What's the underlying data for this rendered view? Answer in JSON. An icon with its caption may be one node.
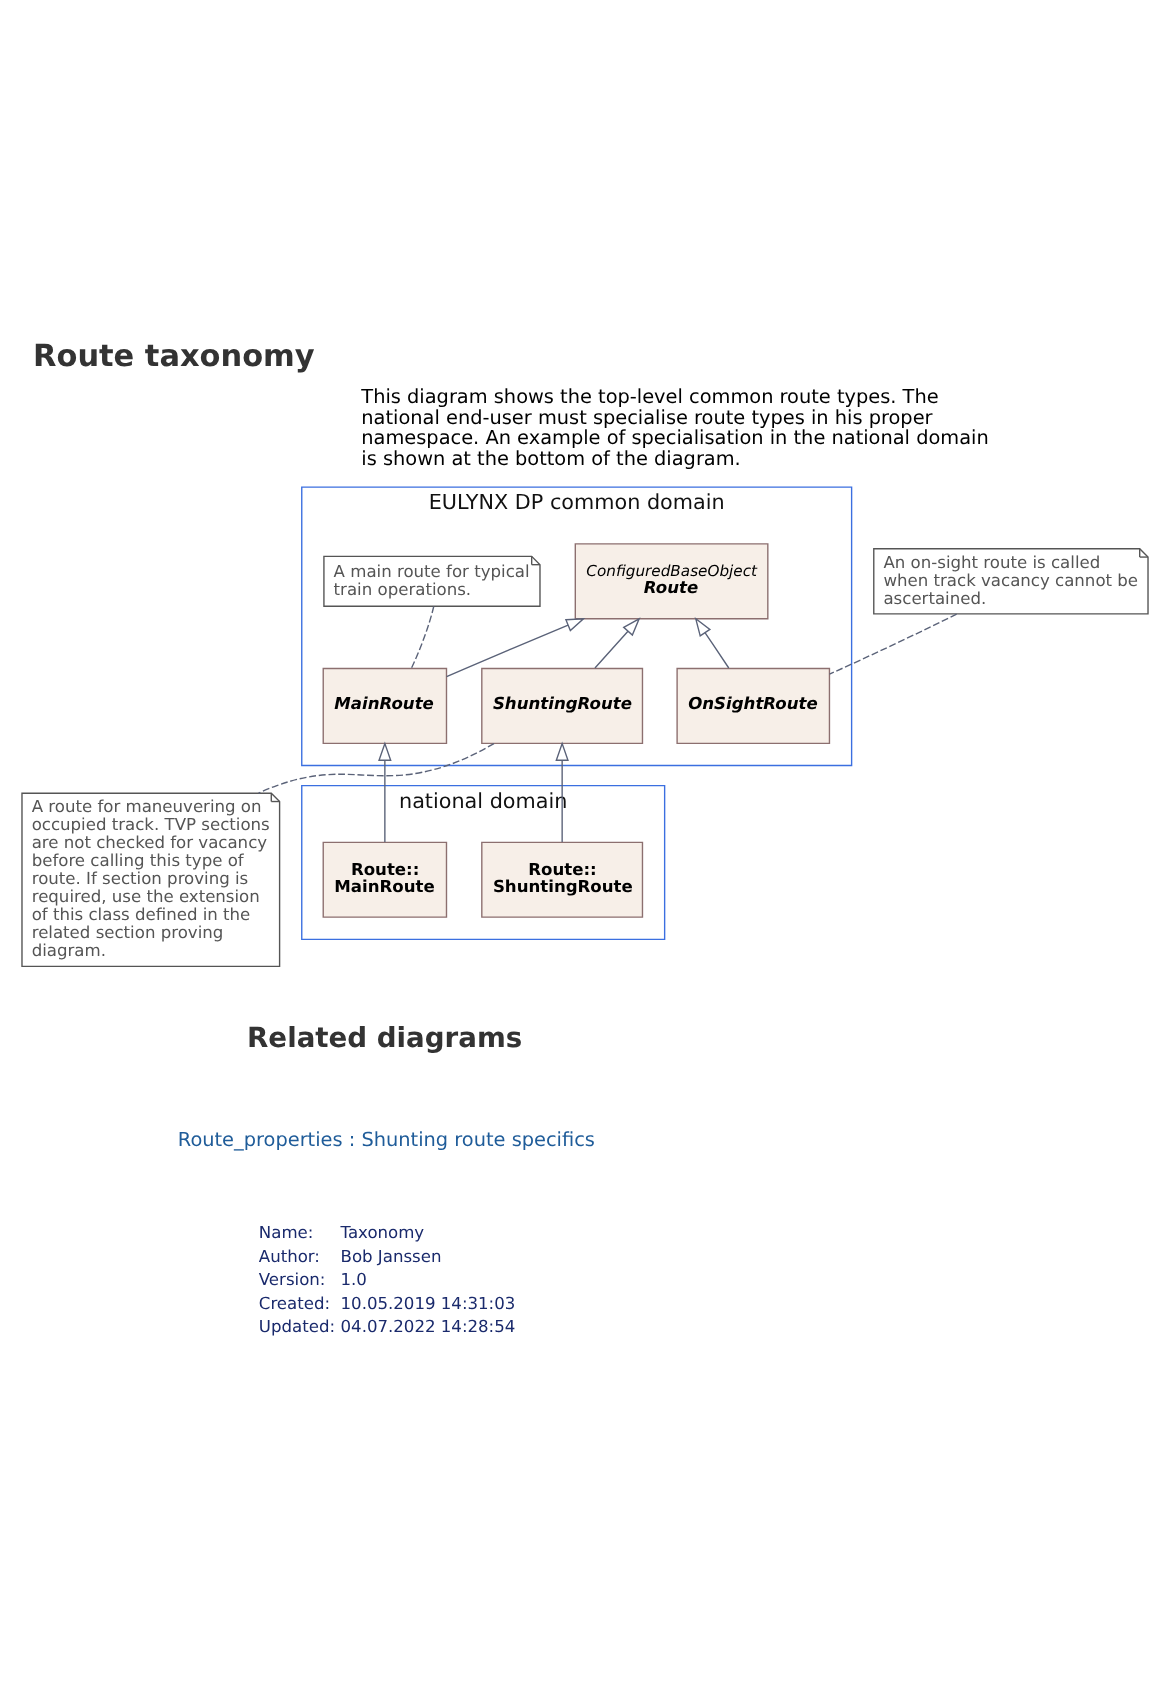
{
  "diagram": {
    "title": "Route taxonomy",
    "nodes": [
      {
        "text": [
          "EULYNX DP common domain"
        ]
      },
      {
        "text": [
          "ConfiguredBaseObject",
          "Route"
        ],
        "in": 0
      },
      {
        "text": [
          "A main route for typical train operations."
        ],
        "in": 0
      },
      {
        "text": [
          "MainRoute"
        ],
        "in": 0
      },
      {
        "text": [
          "ShuntingRoute"
        ],
        "in": 0
      },
      {
        "text": [
          "OnSightRoute"
        ],
        "in": 0
      },
      {
        "text": [
          "An on-sight route is called when track vacancy cannot be ascertained."
        ]
      },
      {
        "text": [
          "A route for maneuvering on occupied track. TVP sections are not checked for vacancy before calling this type of route. If section proving is required, use the extension of this class defined in the related section proving diagram."
        ]
      },
      {
        "text": [
          "national domain"
        ]
      },
      {
        "text": [
          "Route:: MainRoute"
        ],
        "in": 8
      },
      {
        "text": [
          "Route:: ShuntingRoute"
        ],
        "in": 8
      }
    ],
    "edges": [
      {
        "from": 3,
        "to": 1,
        "arrow": "to"
      },
      {
        "from": 4,
        "to": 1,
        "arrow": "to"
      },
      {
        "from": 5,
        "to": 1,
        "arrow": "to"
      },
      {
        "from": 2,
        "to": 3,
        "arrow": "none",
        "style": "dashed"
      },
      {
        "from": 6,
        "to": 5,
        "arrow": "none",
        "style": "dashed"
      },
      {
        "from": 4,
        "to": 7,
        "arrow": "none",
        "style": "dashed"
      },
      {
        "from": 9,
        "to": 3,
        "arrow": "to"
      },
      {
        "from": 10,
        "to": 4,
        "arrow": "to"
      }
    ],
    "labels": [
      "This diagram shows the top-level common route types. The national end-user must specialise route types in his proper namespace. An example of specialisation in the national domain is shown at the bottom of the diagram.",
      "Related diagrams",
      "Route_properties : Shunting route specifics",
      "Name:",
      "Taxonomy",
      "Author:",
      "Bob Janssen",
      "Version:",
      "1.0",
      "Created:",
      "10.05.2019 14:31:03",
      "Updated:",
      "04.07.2022 14:28:54"
    ]
  }
}
